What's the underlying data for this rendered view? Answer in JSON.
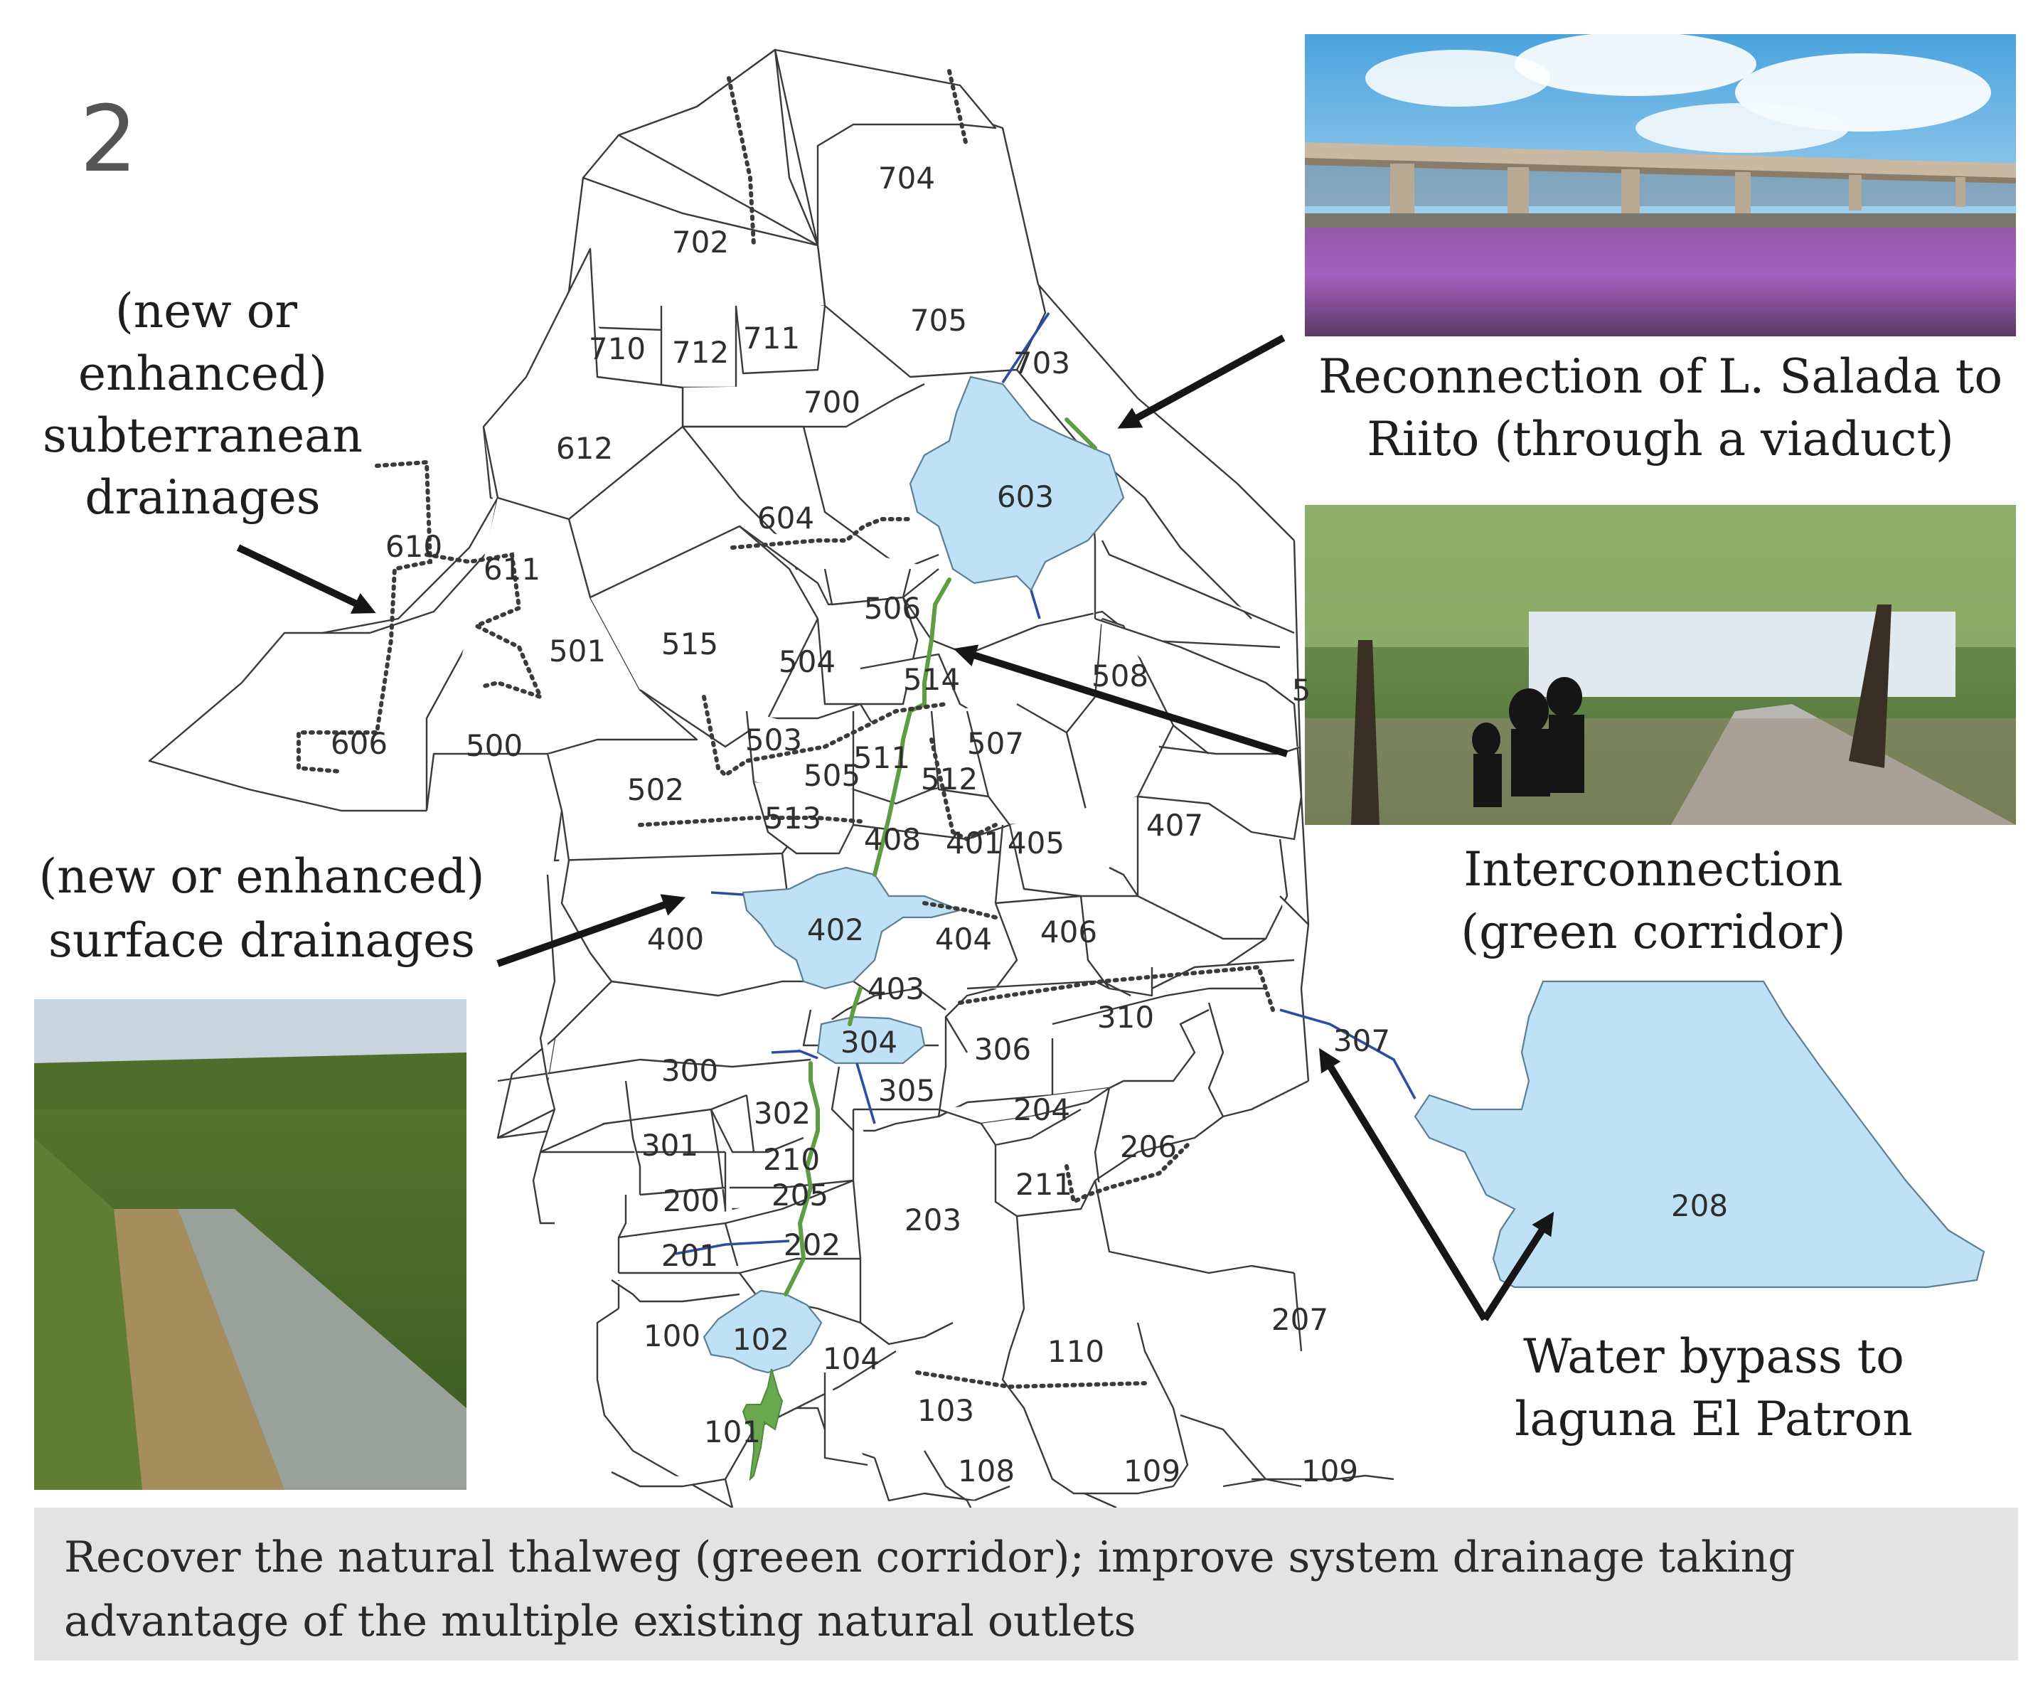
{
  "figure": {
    "number": "2",
    "captions": {
      "subterranean": [
        "(new or",
        "enhanced)",
        "subterranean",
        "drainages"
      ],
      "surface": [
        "(new or enhanced)",
        "surface drainages"
      ],
      "viaduct": [
        "Reconnection of L. Salada to",
        "Riito (through a viaduct)"
      ],
      "corridor": [
        "Interconnection",
        "(green corridor)"
      ],
      "bypass": [
        "Water bypass to",
        "laguna El Patron"
      ]
    },
    "footer": [
      "Recover the natural thalweg (greeen corridor); improve system drainage taking",
      "advantage of the multiple existing natural outlets"
    ],
    "edge_label": "5"
  },
  "map": {
    "lots": [
      "704",
      "702",
      "705",
      "710",
      "712",
      "711",
      "703",
      "700",
      "612",
      "603",
      "604",
      "610",
      "611",
      "506",
      "501",
      "515",
      "504",
      "508",
      "514",
      "606",
      "500",
      "503",
      "507",
      "511",
      "505",
      "512",
      "502",
      "513",
      "408",
      "401",
      "405",
      "407",
      "402",
      "404",
      "406",
      "400",
      "403",
      "310",
      "304",
      "307",
      "306",
      "300",
      "305",
      "302",
      "204",
      "301",
      "210",
      "206",
      "211",
      "205",
      "200",
      "203",
      "208",
      "201",
      "202",
      "207",
      "100",
      "102",
      "104",
      "110",
      "103",
      "101",
      "108",
      "109a",
      "109b"
    ],
    "lot_labels": {
      "704": "704",
      "702": "702",
      "705": "705",
      "710": "710",
      "712": "712",
      "711": "711",
      "703": "703",
      "700": "700",
      "612": "612",
      "603": "603",
      "604": "604",
      "610": "610",
      "611": "611",
      "506": "506",
      "501": "501",
      "515": "515",
      "504": "504",
      "508": "508",
      "514": "514",
      "606": "606",
      "500": "500",
      "503": "503",
      "507": "507",
      "511": "511",
      "505": "505",
      "512": "512",
      "502": "502",
      "513": "513",
      "408": "408",
      "401": "401",
      "405": "405",
      "407": "407",
      "402": "402",
      "404": "404",
      "406": "406",
      "400": "400",
      "403": "403",
      "310": "310",
      "304": "304",
      "307": "307",
      "306": "306",
      "300": "300",
      "305": "305",
      "302": "302",
      "204": "204",
      "301": "301",
      "210": "210",
      "206": "206",
      "211": "211",
      "205": "205",
      "200": "200",
      "203": "203",
      "208": "208",
      "201": "201",
      "202": "202",
      "207": "207",
      "100": "100",
      "102": "102",
      "104": "104",
      "110": "110",
      "103": "103",
      "101": "101",
      "108": "108",
      "109a": "109",
      "109b": "109"
    },
    "colors": {
      "water": "#bfe1f5",
      "green_corridor": "#5f9d45",
      "surface_drainage": "#2a4fa2",
      "footer_band": "#e3e3e3"
    },
    "photos": [
      {
        "name": "viaduct-photo",
        "subject": "viaduct over a field of purple flowers"
      },
      {
        "name": "green-corridor-photo",
        "subject": "people silhouettes on a tree-lined path"
      },
      {
        "name": "channel-photo",
        "subject": "open drainage channel with vegetation"
      }
    ]
  }
}
